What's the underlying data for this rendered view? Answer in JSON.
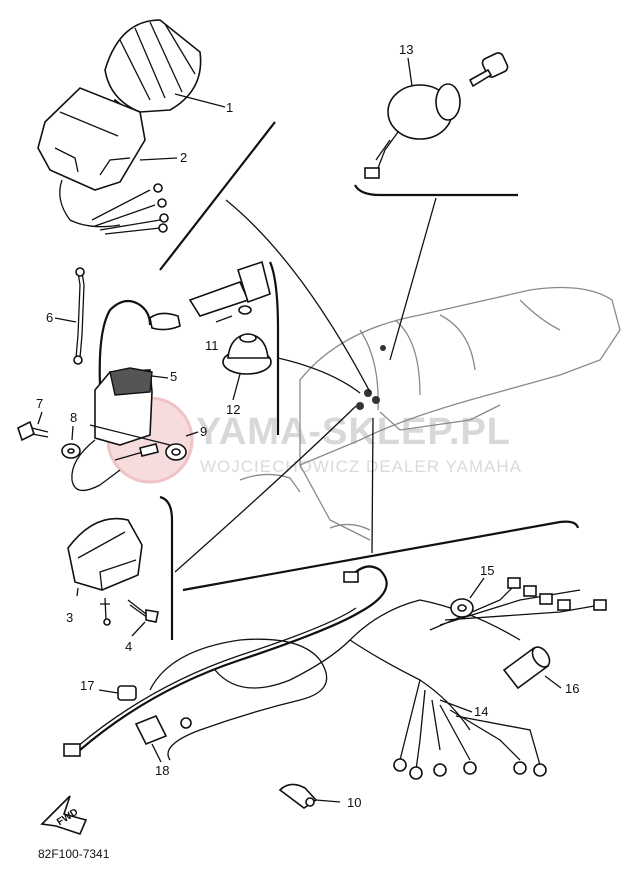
{
  "diagram": {
    "callouts": [
      "1",
      "2",
      "3",
      "4",
      "5",
      "6",
      "7",
      "8",
      "9",
      "10",
      "11",
      "12",
      "13",
      "14",
      "15",
      "16",
      "17",
      "18"
    ],
    "fwd_label": "FWD",
    "code": "82F100-7341",
    "watermark": {
      "main": "YAMA-SKLEP.PL",
      "sub": "WOJCIECHOWICZ DEALER YAMAHA"
    }
  }
}
